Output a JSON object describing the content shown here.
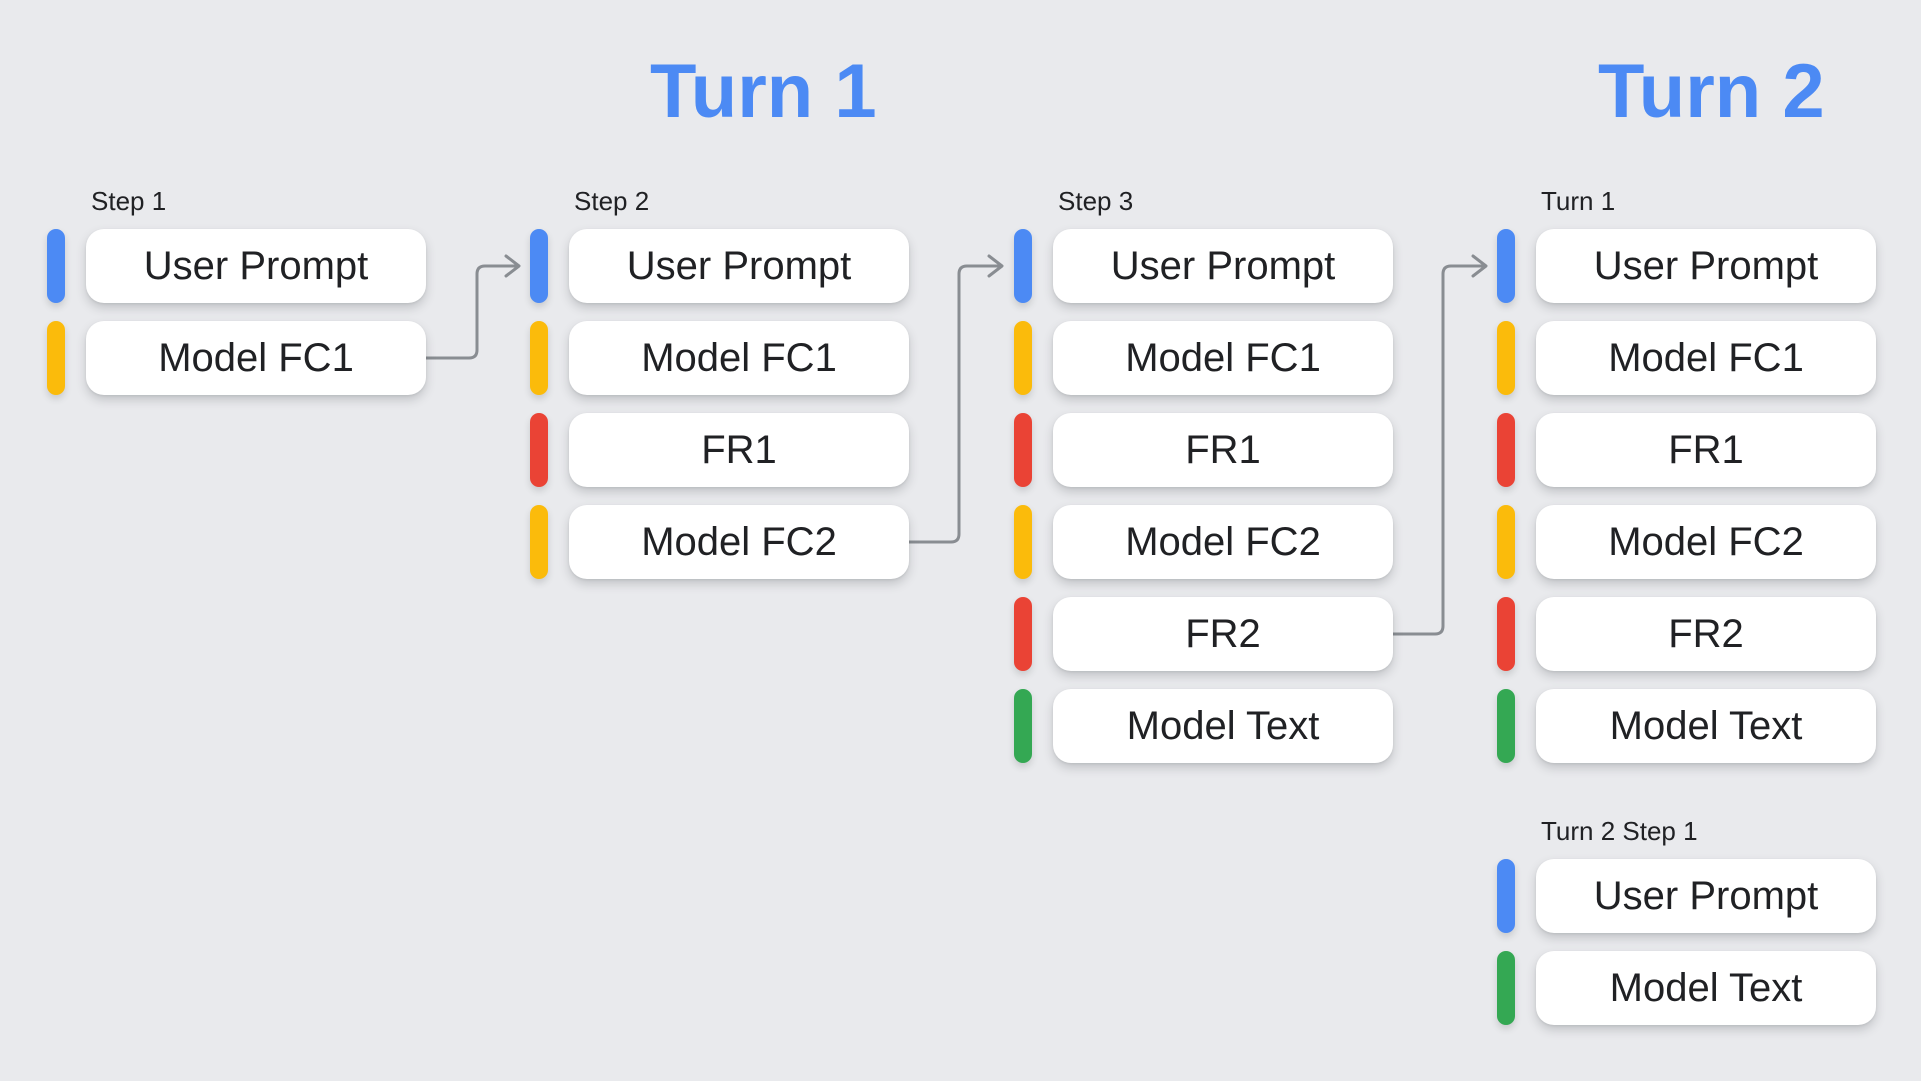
{
  "palette": {
    "bg": "#E9EAED",
    "card": "#FFFFFF",
    "text": "#202124",
    "title": "#4C8AF4",
    "arrow": "#898D92",
    "user": "#4C8AF4",
    "fc": "#FBBB0B",
    "fr": "#EA4335",
    "mt": "#34A853"
  },
  "titles": {
    "turn1": "Turn 1",
    "turn2": "Turn 2"
  },
  "columns": [
    {
      "label": "Step 1",
      "items": [
        {
          "text": "User Prompt",
          "kind": "user"
        },
        {
          "text": "Model FC1",
          "kind": "fc"
        }
      ]
    },
    {
      "label": "Step 2",
      "items": [
        {
          "text": "User Prompt",
          "kind": "user"
        },
        {
          "text": "Model FC1",
          "kind": "fc"
        },
        {
          "text": "FR1",
          "kind": "fr"
        },
        {
          "text": "Model FC2",
          "kind": "fc"
        }
      ]
    },
    {
      "label": "Step 3",
      "items": [
        {
          "text": "User Prompt",
          "kind": "user"
        },
        {
          "text": "Model FC1",
          "kind": "fc"
        },
        {
          "text": "FR1",
          "kind": "fr"
        },
        {
          "text": "Model FC2",
          "kind": "fc"
        },
        {
          "text": "FR2",
          "kind": "fr"
        },
        {
          "text": "Model Text",
          "kind": "mt"
        }
      ]
    },
    {
      "label": "Turn 1",
      "items": [
        {
          "text": "User Prompt",
          "kind": "user"
        },
        {
          "text": "Model FC1",
          "kind": "fc"
        },
        {
          "text": "FR1",
          "kind": "fr"
        },
        {
          "text": "Model FC2",
          "kind": "fc"
        },
        {
          "text": "FR2",
          "kind": "fr"
        },
        {
          "text": "Model Text",
          "kind": "mt"
        }
      ]
    },
    {
      "label": "Turn 2 Step 1",
      "items": [
        {
          "text": "User Prompt",
          "kind": "user"
        },
        {
          "text": "Model Text",
          "kind": "mt"
        }
      ]
    }
  ],
  "connectors": [
    {
      "from": "Step 1 / Model FC1",
      "to": "Step 2 / User Prompt"
    },
    {
      "from": "Step 2 / Model FC2",
      "to": "Step 3 / User Prompt"
    },
    {
      "from": "Step 3 / FR2",
      "to": "Turn 1 / User Prompt"
    }
  ]
}
